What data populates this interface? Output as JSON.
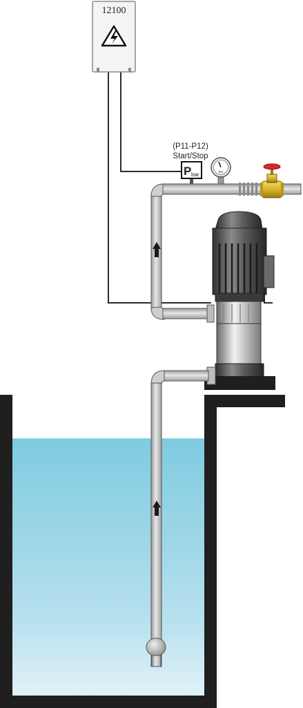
{
  "control_box": {
    "label": "12100",
    "icon": "high-voltage-icon"
  },
  "pressure_switch": {
    "label_line1": "(P11-P12)",
    "label_line2": "Start/Stop",
    "symbol": "P",
    "unit": "bar"
  },
  "pressure_gauge": {
    "unit": "bar",
    "icon": "pressure-gauge-icon"
  },
  "valve": {
    "icon": "gate-valve-icon"
  },
  "flow_arrows": {
    "icon": "arrow-up-icon"
  },
  "colors": {
    "pipe": "#cfcfcf",
    "pipe_outline": "#555555",
    "wire": "#2a2a2a",
    "motor": "#4a4a4a",
    "water_top": "#84cde0",
    "water_bottom": "#d8eef6",
    "valve_brass": "#d9b42a",
    "valve_handle": "#d8262c",
    "tank_wall": "#1f1f1f"
  }
}
